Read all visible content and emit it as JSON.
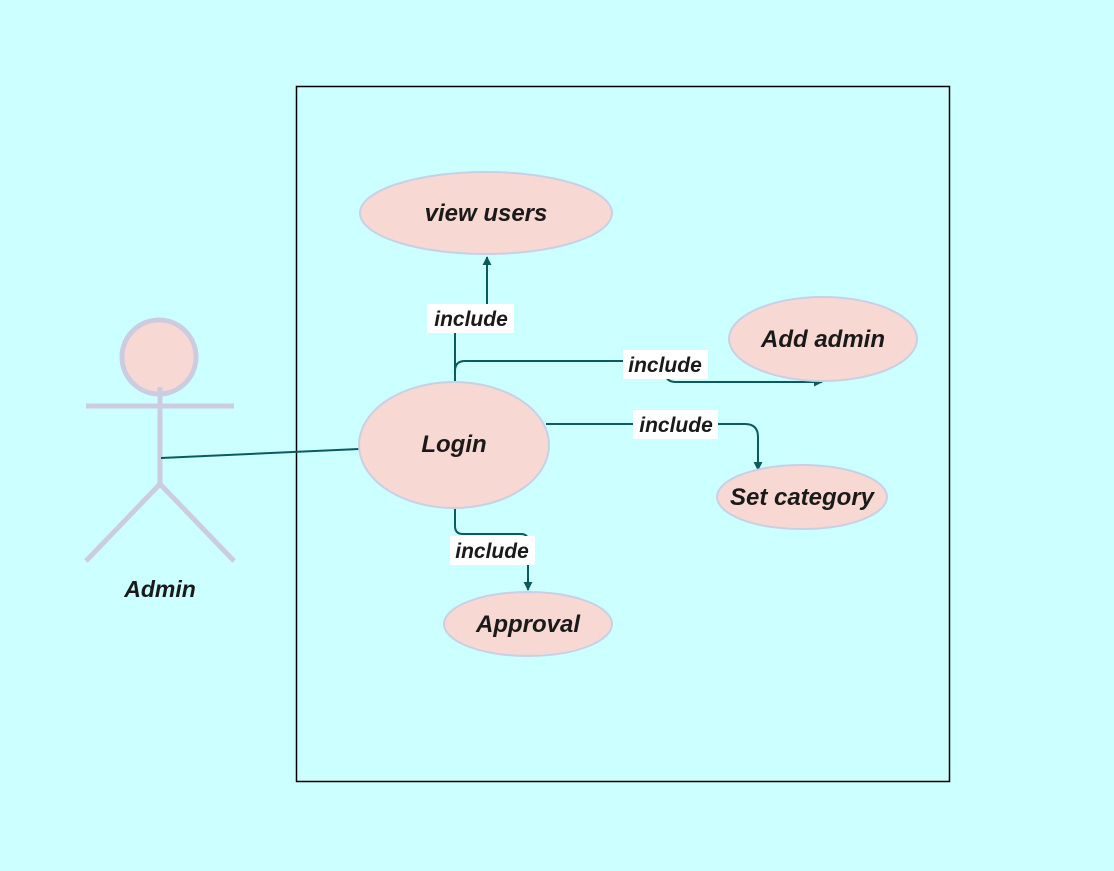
{
  "diagram": {
    "actor": {
      "label": "Admin"
    },
    "use_cases": {
      "login": "Login",
      "view_users": "view users",
      "add_admin": "Add admin",
      "set_category": "Set category",
      "approval": "Approval"
    },
    "relations": {
      "view_users": "include",
      "add_admin": "include",
      "set_category": "include",
      "approval": "include"
    }
  },
  "colors": {
    "background": "#ccffff",
    "use_case_fill": "#f8d8d2",
    "use_case_stroke": "#c8d0e6",
    "actor_stroke": "#cccce0",
    "actor_head_fill": "#f8d8d2",
    "connector": "#0b5b5e",
    "association": "#0b5b5e",
    "system_border": "#000000"
  }
}
